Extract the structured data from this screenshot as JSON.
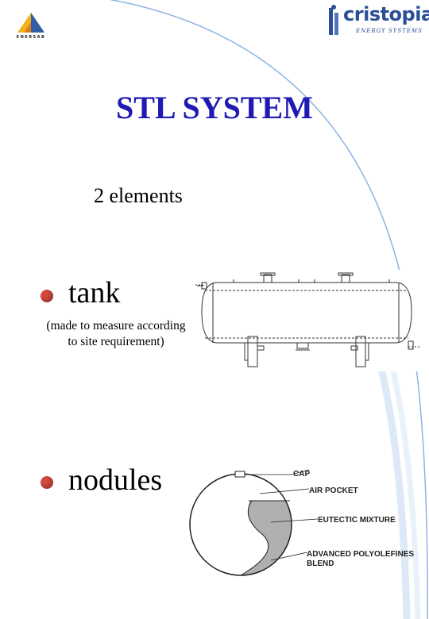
{
  "header": {
    "left_logo": {
      "icon": "triangle-logo-icon",
      "text": "ENERSAB"
    },
    "right_logo": {
      "icon": "cristopia-logo-icon",
      "name": "cristopia",
      "tagline": "ENERGY SYSTEMS"
    }
  },
  "slide": {
    "title": "STL SYSTEM",
    "subtitle": "2 elements",
    "items": [
      {
        "label": "tank",
        "note_line1": "(made to measure according",
        "note_line2": "to site requirement)",
        "image": "storage-tank-drawing"
      },
      {
        "label": "nodules",
        "image": "nodule-cross-section"
      }
    ],
    "nodule_labels": {
      "cap": "CAP",
      "air_pocket": "AIR POCKET",
      "eutectic": "EUTECTIC MIXTURE",
      "advanced_line1": "ADVANCED POLYOLEFINES",
      "advanced_line2": "BLEND"
    }
  },
  "colors": {
    "title": "#1f1ab3",
    "bullet": "#d24a3e",
    "brand": "#2a4f96",
    "arc": "#8db4e2",
    "logo_yellow": "#f2b21c",
    "logo_blue": "#2f5ea8",
    "fill_grey": "#b0b0b0"
  }
}
